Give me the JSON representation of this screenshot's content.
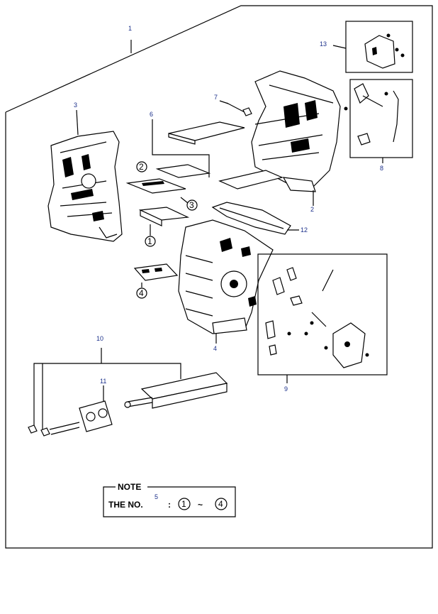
{
  "diagram": {
    "callouts": [
      {
        "id": "1",
        "text": "1"
      },
      {
        "id": "2",
        "text": "2"
      },
      {
        "id": "3",
        "text": "3"
      },
      {
        "id": "4",
        "text": "4"
      },
      {
        "id": "5",
        "text": "5"
      },
      {
        "id": "6",
        "text": "6"
      },
      {
        "id": "7",
        "text": "7"
      },
      {
        "id": "8",
        "text": "8"
      },
      {
        "id": "9",
        "text": "9"
      },
      {
        "id": "10",
        "text": "10"
      },
      {
        "id": "11",
        "text": "11"
      },
      {
        "id": "12",
        "text": "12"
      },
      {
        "id": "13",
        "text": "13"
      }
    ],
    "circled_refs": [
      "2",
      "3",
      "1",
      "4"
    ],
    "note": {
      "title": "NOTE",
      "text": "THE NO.",
      "colon": ":",
      "range_start": "1",
      "tilde": "~",
      "range_end": "4"
    },
    "colors": {
      "callout": "#1a2f8a",
      "line": "#000000"
    }
  }
}
